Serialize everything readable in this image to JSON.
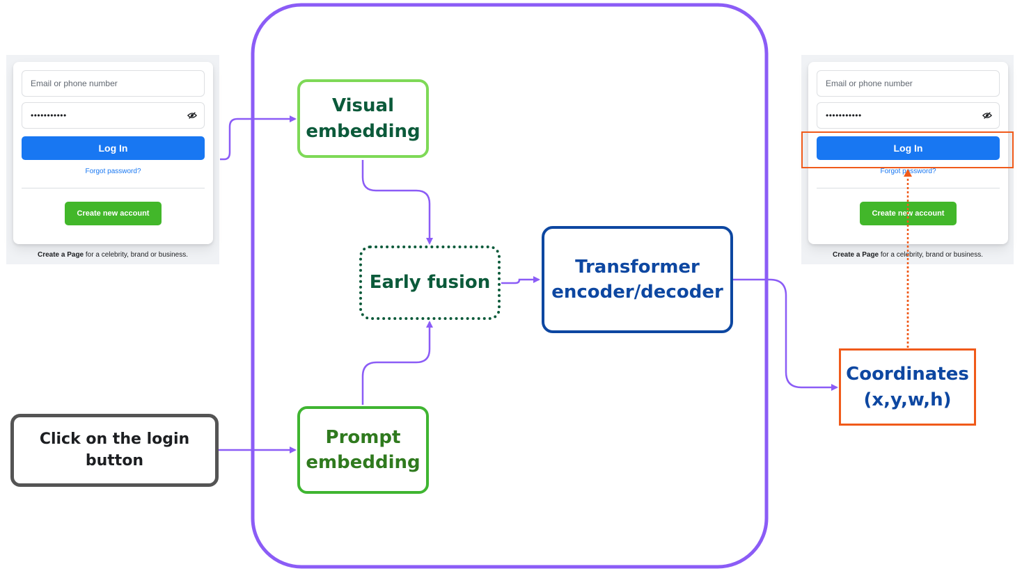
{
  "login_form": {
    "email_placeholder": "Email or phone number",
    "password_masked": "•••••••••••",
    "login_label": "Log In",
    "forgot_label": "Forgot password?",
    "create_label": "Create new account",
    "page_bold": "Create a Page",
    "page_rest": " for a celebrity, brand or business."
  },
  "diagram": {
    "visual_embedding": "Visual\nembedding",
    "early_fusion": "Early fusion",
    "prompt_embedding": "Prompt\nembedding",
    "transformer": "Transformer\nencoder/decoder",
    "coordinates": "Coordinates\n(x,y,w,h)",
    "instruction": "Click on the login\nbutton"
  },
  "colors": {
    "arrow": "#8b5cf6",
    "model_border": "#8b5cf6",
    "visual_border": "#7ed957",
    "visual_text": "#0b5a3a",
    "fusion_border": "#0b5a3a",
    "fusion_text": "#0b5a3a",
    "prompt_border": "#3fb531",
    "prompt_text": "#2f7a1e",
    "transformer_border": "#0d47a1",
    "transformer_text": "#0d47a1",
    "coordinates_border": "#f05a1a",
    "coordinates_text": "#0d47a1",
    "instruction_border": "#545454",
    "highlight": "#f05a1a"
  },
  "icons": [
    "eye-slash-icon"
  ]
}
